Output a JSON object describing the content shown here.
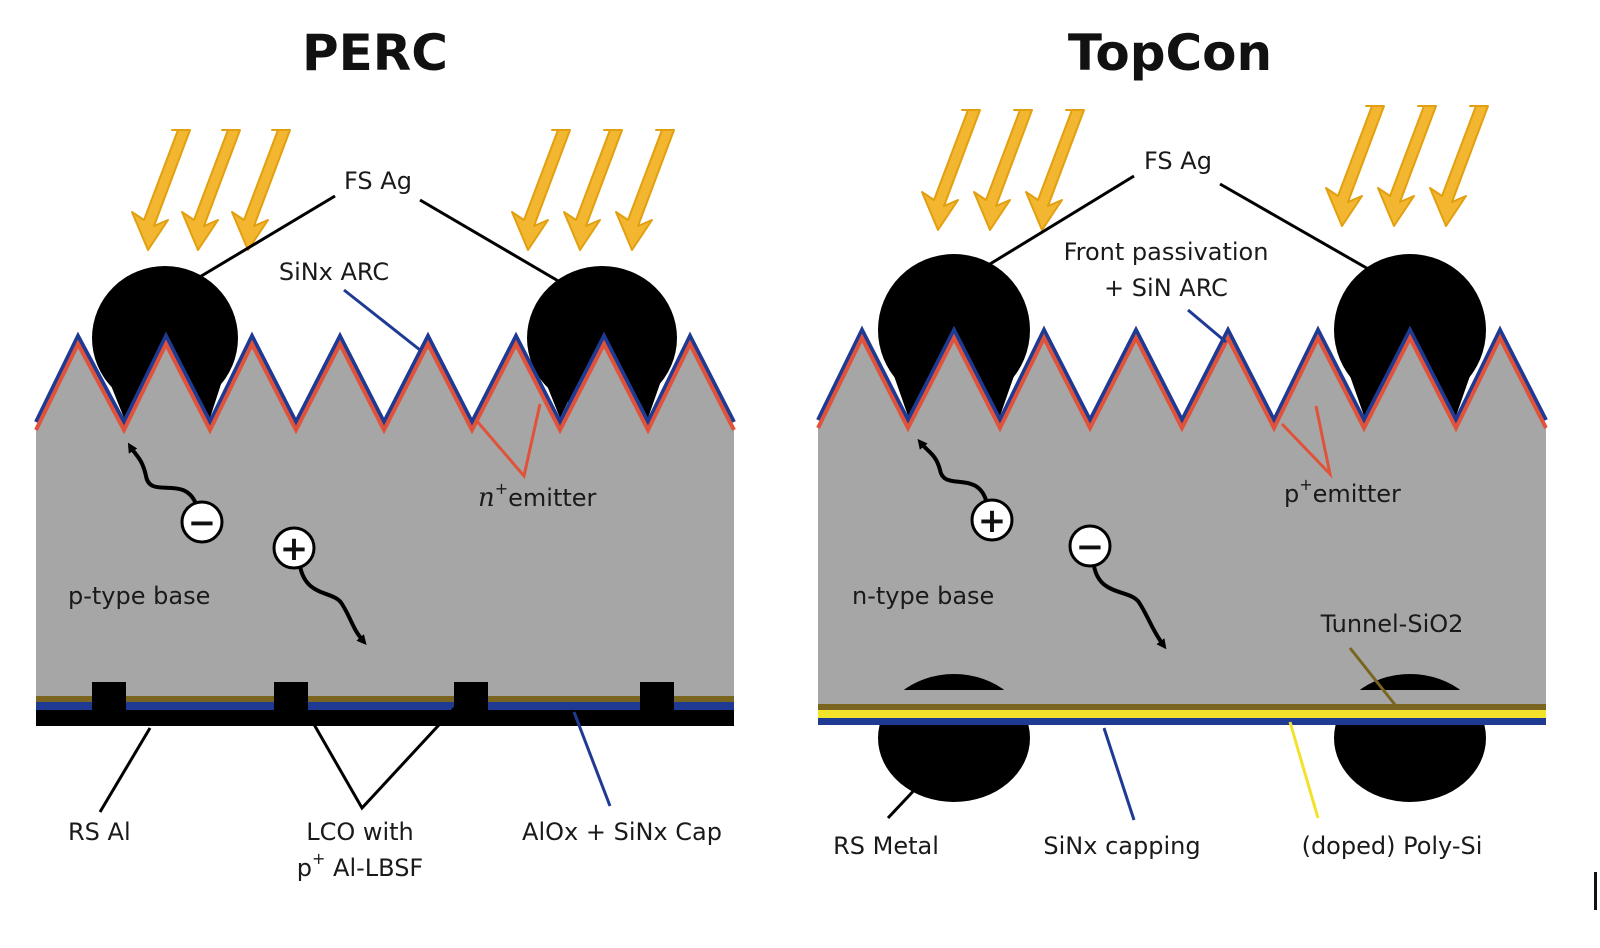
{
  "panels": {
    "perc": {
      "title": "PERC",
      "labels": {
        "fs_ag": "FS Ag",
        "arc": "SiNx ARC",
        "emitter_prefix": "n",
        "emitter_sup": "+",
        "emitter_word": "emitter",
        "base": "p-type base",
        "rs": "RS Al",
        "lco_line1": "LCO with",
        "lco_line2_prefix": "p",
        "lco_line2_sup": "+",
        "lco_line2_rest": " Al-LBSF",
        "cap": "AlOx + SiNx Cap",
        "carrier_top": "−",
        "carrier_bottom": "+"
      }
    },
    "topcon": {
      "title": "TopCon",
      "labels": {
        "fs_ag": "FS Ag",
        "passivation_line1": "Front passivation",
        "passivation_line2": "+ SiN ARC",
        "emitter_prefix": "p",
        "emitter_sup": "+",
        "emitter_word": "emitter",
        "base": "n-type base",
        "tunnel": "Tunnel-SiO2",
        "rs": "RS Metal",
        "capping": "SiNx capping",
        "poly": "(doped) Poly-Si",
        "carrier_top": "+",
        "carrier_bottom": "−"
      }
    }
  },
  "colors": {
    "silicon": "#a6a6a6",
    "contact": "#000000",
    "arc_line": "#1f3a93",
    "emitter_line": "#e0533a",
    "sun_arrow_fill": "#f2b630",
    "sun_arrow_stroke": "#e2a010",
    "oxide_line": "#7a6520",
    "poly_line": "#f2e22a",
    "label_line": "#000000"
  },
  "icons": {
    "sunlight": "arrow-down-left-icon",
    "carrier": "circle-sign-icon",
    "path": "wavy-arrow-icon"
  }
}
